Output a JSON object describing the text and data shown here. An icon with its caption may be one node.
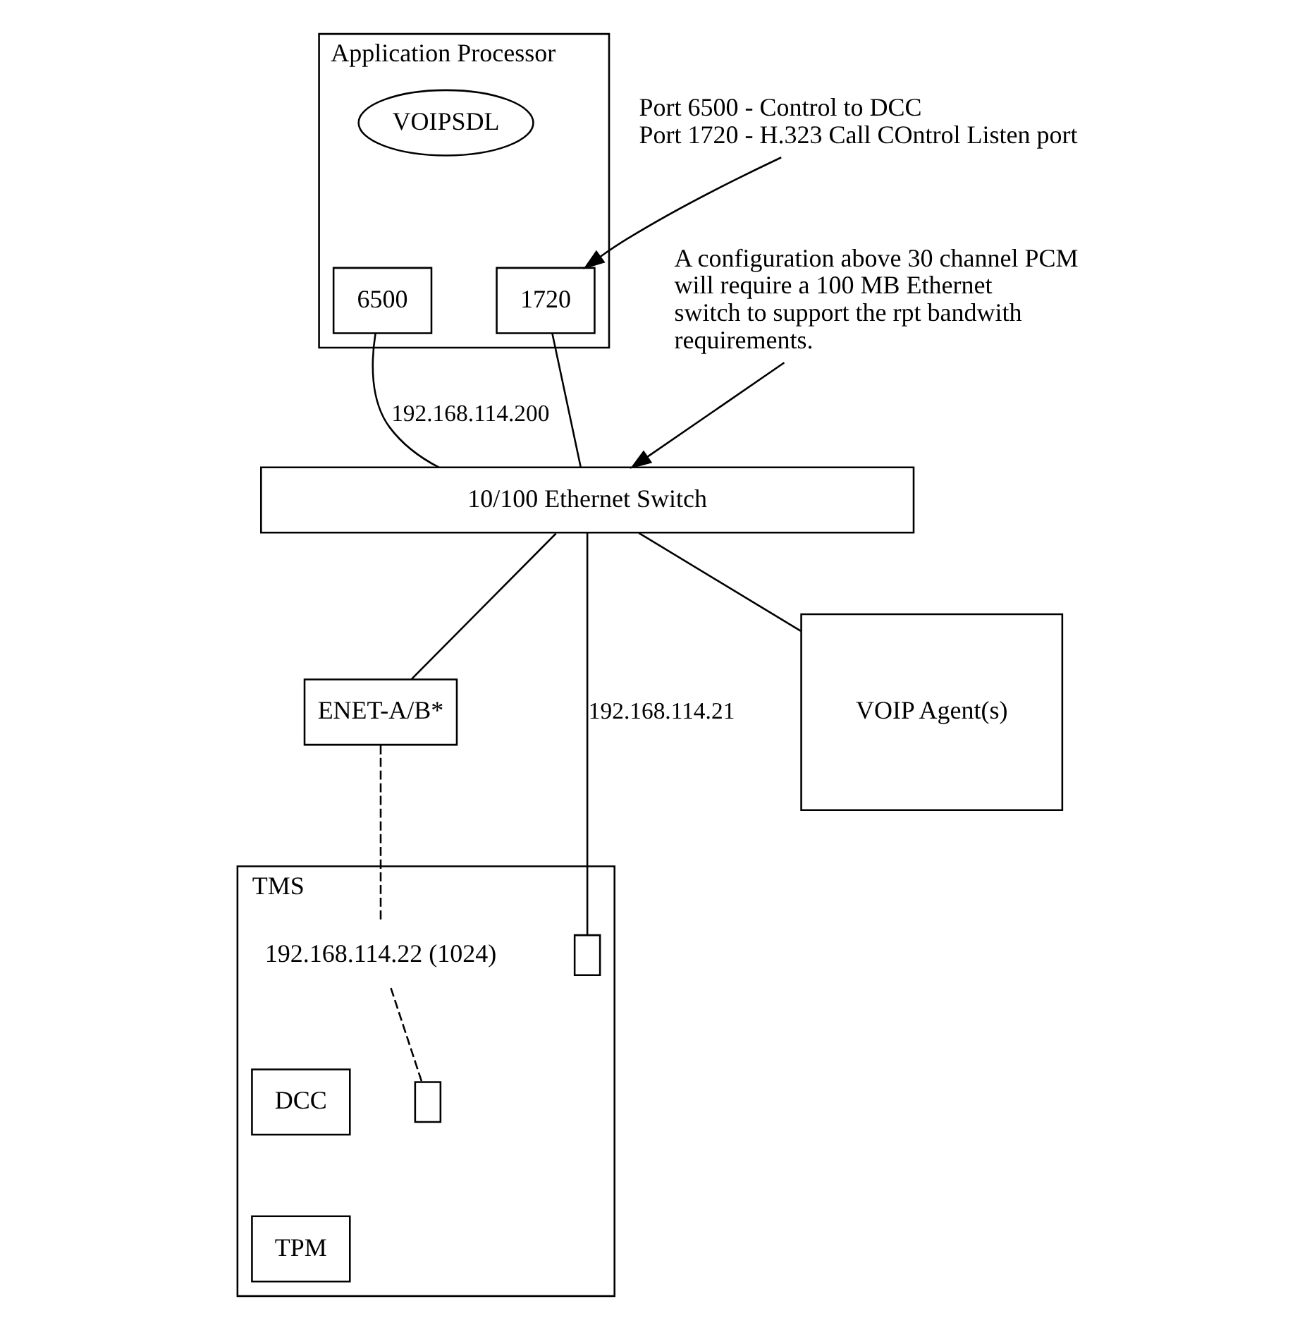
{
  "diagram": {
    "nodes": [
      {
        "text": [
          "Application Processor"
        ]
      },
      {
        "text": [
          "VOIPSDL"
        ],
        "in": 0
      },
      {
        "text": [
          "6500"
        ],
        "in": 0
      },
      {
        "text": [
          "1720"
        ],
        "in": 0
      },
      {
        "text": [
          "Port 6500 - Control to DCC",
          "Port 1720 - H.323 Call COntrol Listen port"
        ]
      },
      {
        "text": [
          "A configuration above 30 channel PCM will require a 100 MB Ethernet switch to support the rpt bandwith requirements."
        ]
      },
      {
        "text": [
          "10/100 Ethernet Switch"
        ]
      },
      {
        "text": [
          "ENET-A/B*"
        ]
      },
      {
        "text": [
          "TMS"
        ]
      },
      {
        "text": [
          "192.168.114.22 (1024)"
        ],
        "in": 8
      },
      {
        "text": [],
        "shape": "box",
        "in": 8
      },
      {
        "text": [
          "DCC"
        ],
        "in": 8
      },
      {
        "text": [
          "TPM"
        ],
        "in": 8
      },
      {
        "text": [],
        "shape": "box",
        "in": 8
      },
      {
        "text": [
          "VOIP Agent(s)"
        ]
      }
    ],
    "edges": [
      {
        "from": 2,
        "to": 6,
        "arrow": "none",
        "label": "192.168.114.200"
      },
      {
        "from": 3,
        "to": 6,
        "arrow": "none"
      },
      {
        "from": 4,
        "to": 3,
        "arrow": "to"
      },
      {
        "from": 5,
        "to": 6,
        "arrow": "to"
      },
      {
        "from": 6,
        "to": 7,
        "arrow": "none"
      },
      {
        "from": 6,
        "to": 13,
        "arrow": "none",
        "label": "192.168.114.21"
      },
      {
        "from": 6,
        "to": 14,
        "arrow": "none"
      },
      {
        "from": 7,
        "to": 9,
        "arrow": "none",
        "style": "dashed"
      },
      {
        "from": 9,
        "to": 10,
        "arrow": "none",
        "style": "dashed"
      }
    ]
  }
}
